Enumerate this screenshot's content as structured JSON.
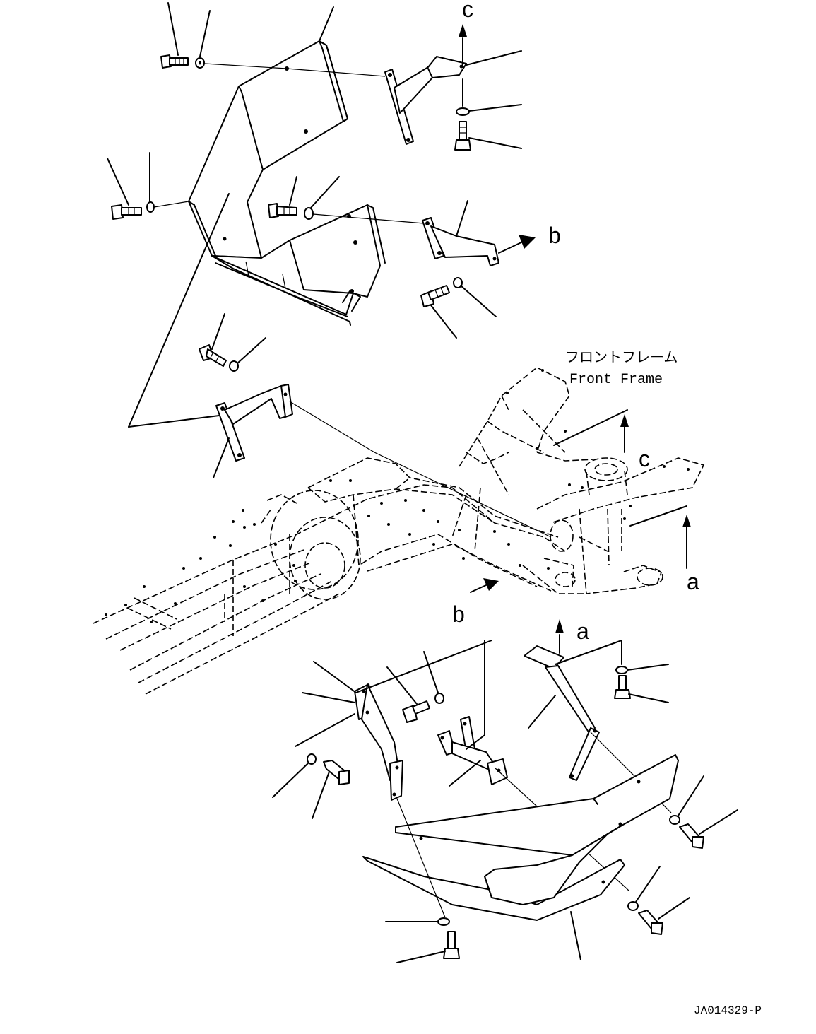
{
  "labels": {
    "c": "c",
    "b": "b",
    "a": "a"
  },
  "frame": {
    "jp": "フロントフレーム",
    "en": "Front Frame"
  },
  "drawing_number": "JA014329-P"
}
